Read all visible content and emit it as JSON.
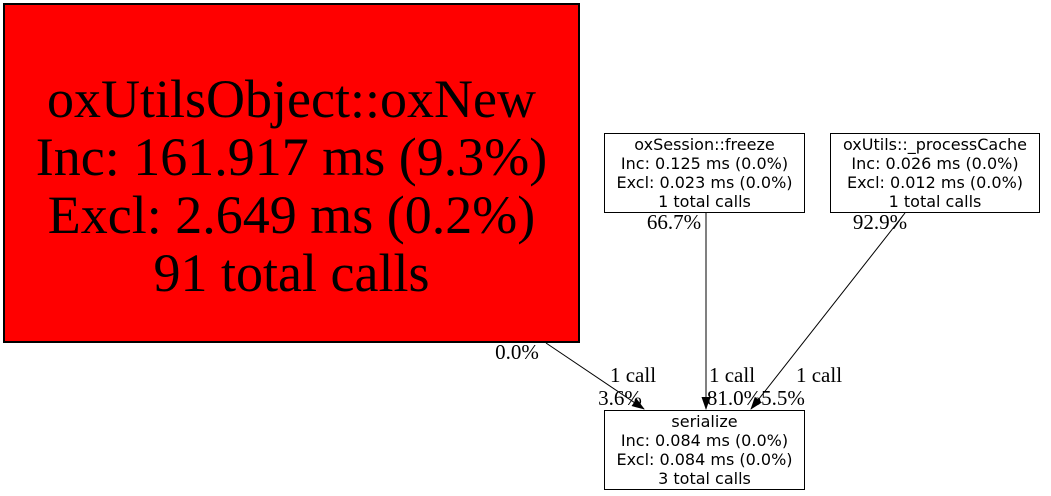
{
  "nodes": {
    "main": {
      "name": "oxUtilsObject::oxNew",
      "inc": "Inc: 161.917 ms (9.3%)",
      "excl": "Excl: 2.649 ms (0.2%)",
      "calls": "91 total calls"
    },
    "freeze": {
      "name": "oxSession::freeze",
      "inc": "Inc: 0.125 ms (0.0%)",
      "excl": "Excl: 0.023 ms (0.0%)",
      "calls": "1 total calls"
    },
    "cache": {
      "name": "oxUtils::_processCache",
      "inc": "Inc: 0.026 ms (0.0%)",
      "excl": "Excl: 0.012 ms (0.0%)",
      "calls": "1 total calls"
    },
    "serialize": {
      "name": "serialize",
      "inc": "Inc: 0.084 ms (0.0%)",
      "excl": "Excl: 0.084 ms (0.0%)",
      "calls": "3 total calls"
    }
  },
  "edges": {
    "main_serialize": {
      "tail_pct": "0.0%",
      "call_label": "1 call",
      "head_pct": "3.6%"
    },
    "freeze_serialize": {
      "tail_pct": "66.7%",
      "call_label": "1 call",
      "head_pct": "81.0%"
    },
    "cache_serialize": {
      "tail_pct": "92.9%",
      "call_label": "1 call",
      "head_pct": "5.5%"
    }
  },
  "colors": {
    "hot_node_fill": "#ff0000",
    "node_fill": "#ffffff",
    "border": "#000000",
    "edge": "#000000",
    "background": "#ffffff"
  }
}
